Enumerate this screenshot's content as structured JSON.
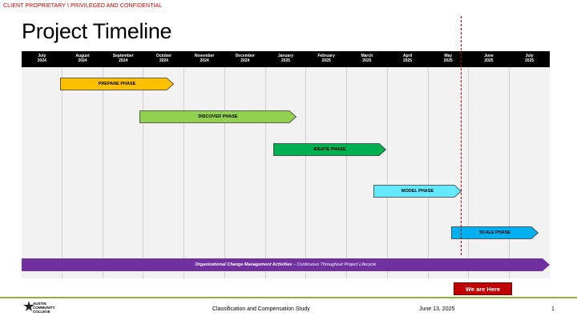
{
  "confidential": "CLIENT PROPRIETARY \\ PRIVILEGED AND CONFIDENTIAL",
  "title": "Project Timeline",
  "months": [
    {
      "name": "July",
      "year": "2024"
    },
    {
      "name": "August",
      "year": "2024"
    },
    {
      "name": "September",
      "year": "2024"
    },
    {
      "name": "October",
      "year": "2024"
    },
    {
      "name": "November",
      "year": "2024"
    },
    {
      "name": "December",
      "year": "2024"
    },
    {
      "name": "January",
      "year": "2025"
    },
    {
      "name": "February",
      "year": "2025"
    },
    {
      "name": "March",
      "year": "2025"
    },
    {
      "name": "April",
      "year": "2025"
    },
    {
      "name": "May",
      "year": "2025"
    },
    {
      "name": "June",
      "year": "2025"
    },
    {
      "name": "July",
      "year": "2025"
    }
  ],
  "phases": [
    {
      "label": "PREPARE PHASE",
      "color": "#ffc000"
    },
    {
      "label": "DISCOVER PHASE",
      "color": "#92d050"
    },
    {
      "label": "IDEATE PHASE",
      "color": "#00b050"
    },
    {
      "label": "MODEL PHASE",
      "color": "#66e8ff"
    },
    {
      "label": "SCALE PHASE",
      "color": "#00b0f0"
    }
  ],
  "ocm": {
    "label_bold": "Organizational Change Management Activities",
    "label_rest": " – Continuous Throughout Project Lifecycle",
    "color": "#7030a0"
  },
  "marker": {
    "label": "We are Here",
    "color": "#c00000"
  },
  "footer": {
    "logo_lines": [
      "AUSTIN",
      "COMMUNITY",
      "COLLEGE"
    ],
    "study": "Classification and Compensation Study",
    "date": "June 13, 2025",
    "page": "1"
  }
}
